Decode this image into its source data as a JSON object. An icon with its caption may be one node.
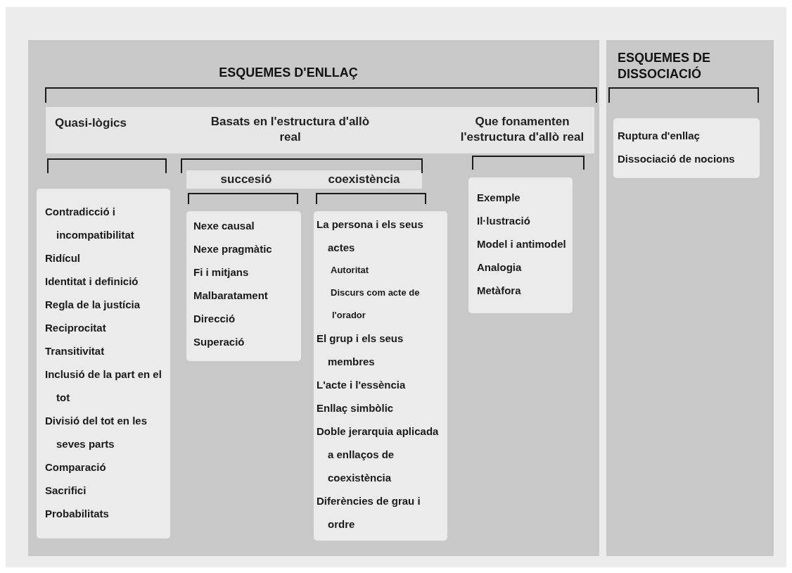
{
  "diagram": {
    "nodes": [
      {
        "text": [
          "ESQUEMES D'ENLLAÇ"
        ]
      },
      {
        "text": [
          "Quasi-lògics"
        ],
        "in": 0
      },
      {
        "text": [
          "Basats en l'estructura d'allò real"
        ],
        "in": 0
      },
      {
        "text": [
          "Que fonamenten l'estructura d'allò real"
        ],
        "in": 0
      },
      {
        "text": [
          "succesió"
        ],
        "in": 0
      },
      {
        "text": [
          "coexistència"
        ],
        "in": 0
      },
      {
        "text": [
          "Contradicció i incompatibilitat",
          "Ridícul",
          "Identitat i definició",
          "Regla de la justícia",
          "Reciprocitat",
          "Transitivitat",
          "Inclusió de la part en el tot",
          "Divisió del tot en les seves parts",
          "Comparació",
          "Sacrifici",
          "Probabilitats"
        ],
        "in": 0
      },
      {
        "text": [
          "Nexe causal",
          "Nexe pragmàtic",
          "Fi i mitjans",
          "Malbaratament",
          "Direcció",
          "Superació"
        ],
        "in": 0
      },
      {
        "text": [
          "La persona i els seus actes",
          "Autoritat",
          "Discurs com acte de l'orador",
          "El grup i els seus membres",
          "L'acte i l'essència",
          "Enllaç simbòlic",
          "Doble jerarquia aplicada a enllaços de coexistència",
          "Diferències de grau i ordre"
        ],
        "in": 0
      },
      {
        "text": [
          "Exemple",
          "Il·lustració",
          "Model i antimodel",
          "Analogia",
          "Metàfora"
        ],
        "in": 0
      },
      {
        "text": [
          "ESQUEMES DE DISSOCIACIÓ"
        ]
      },
      {
        "text": [
          "Ruptura d'enllaç",
          "Dissociació de nocions"
        ],
        "in": 10
      }
    ]
  }
}
